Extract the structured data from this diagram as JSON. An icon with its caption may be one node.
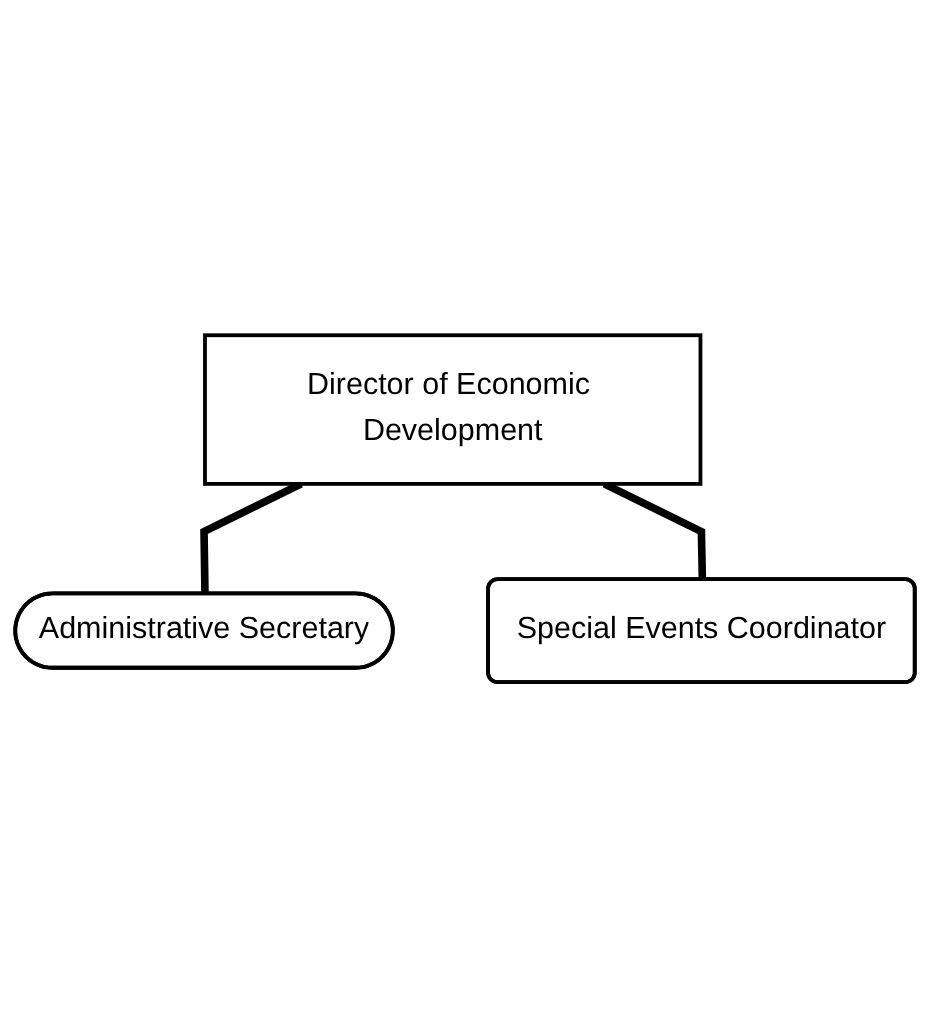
{
  "diagram": {
    "nodes": [
      {
        "text": [
          "Director of Economic Development"
        ]
      },
      {
        "text": [
          "Administrative Secretary"
        ]
      },
      {
        "text": [
          "Special Events Coordinator"
        ]
      }
    ],
    "edges": [
      {
        "from": 0,
        "to": 1,
        "arrow": "none"
      },
      {
        "from": 0,
        "to": 2,
        "arrow": "none"
      }
    ]
  }
}
